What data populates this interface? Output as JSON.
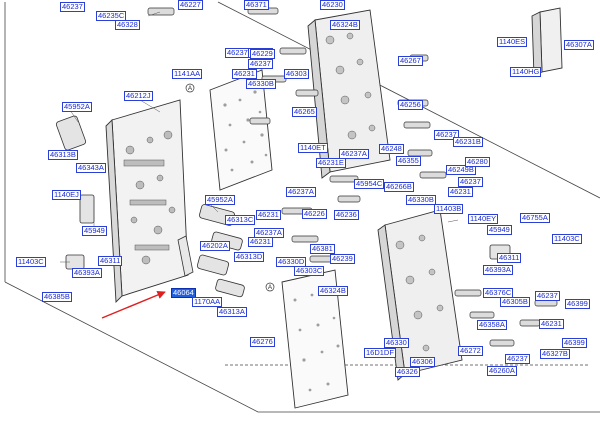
{
  "diagram": {
    "highlighted": "46064",
    "colors": {
      "label_border": "#2a3fd6",
      "label_text": "#1b2ccf",
      "highlight_fill": "#1f5fe0",
      "arrow": "#e02020"
    },
    "labels": [
      "46237",
      "46235C",
      "46328",
      "46227",
      "46371",
      "46230",
      "46324B",
      "46237",
      "46227",
      "46229",
      "46237",
      "46231",
      "46303",
      "46330B",
      "46265",
      "1141AA",
      "46267",
      "1140ES",
      "46307A",
      "1140HG",
      "45952A",
      "46212J",
      "46313B",
      "46343A",
      "1140EJ",
      "45949",
      "46311",
      "46393A",
      "11403C",
      "46385B",
      "46064",
      "1170AA",
      "46313A",
      "45952A",
      "46313C",
      "46202A",
      "46313D",
      "46231",
      "46237A",
      "46231",
      "46226",
      "46236",
      "46330D",
      "46381",
      "46303C",
      "46239",
      "46237A",
      "46324B",
      "1140ET",
      "46237A",
      "46231E",
      "45954C",
      "46256",
      "46355",
      "46248",
      "46237",
      "46231B",
      "46249B",
      "46280",
      "46266B",
      "46330B",
      "11403B",
      "46237",
      "46231",
      "1140EY",
      "46755A",
      "45949",
      "11403C",
      "46311",
      "46393A",
      "46276",
      "46330",
      "16D1DF",
      "46306",
      "46326",
      "46272",
      "46237",
      "46260A",
      "46376C",
      "46305B",
      "46237",
      "46358A",
      "46231",
      "46399",
      "46399",
      "46327B"
    ]
  }
}
